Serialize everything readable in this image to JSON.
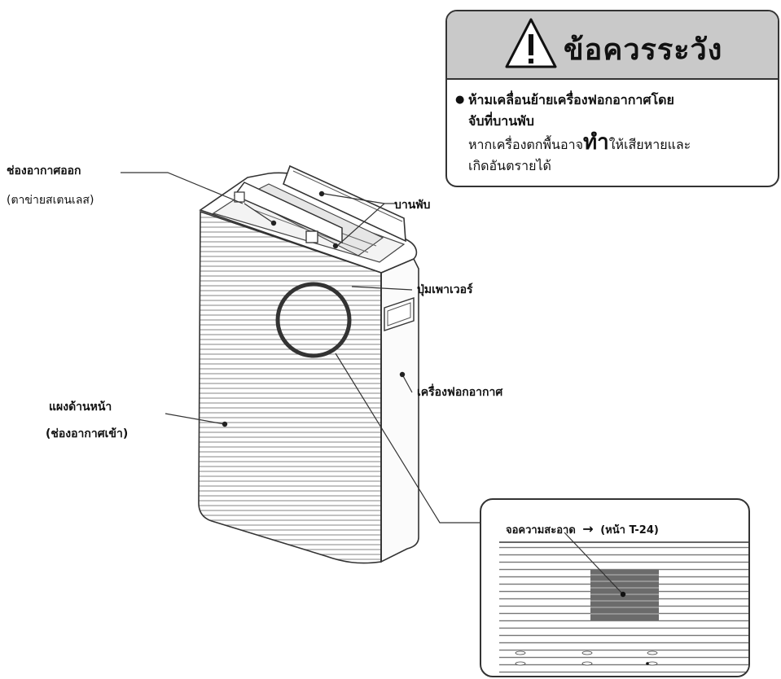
{
  "caution": {
    "title": "ข้อควรระวัง",
    "icon": "warning-triangle-icon",
    "line1": "ห้ามเคลื่อนย้ายเครื่องฟอกอากาศโดย",
    "line2": "จับที่บานพับ",
    "line3_a": "หากเครื่องตกพื้นอาจ",
    "line3_b": "ทำ",
    "line3_c": "ให้เสียหายและ",
    "line4": "เกิดอันตรายได้"
  },
  "labels": {
    "air_outlet": "ช่องอากาศออก",
    "air_outlet_sub": "(ตาข่ายสเตนเลส)",
    "hinge": "บานพับ",
    "power_button": "ปุ่มเพาเวอร์",
    "purifier": "เครื่องฟอกอากาศ",
    "front_panel": "แผงด้านหน้า",
    "front_panel_sub": "(ช่องอากาศเข้า)"
  },
  "inset": {
    "label": "จอความสะอาด",
    "arrow": "→",
    "ref": "(หน้า T-24)"
  }
}
